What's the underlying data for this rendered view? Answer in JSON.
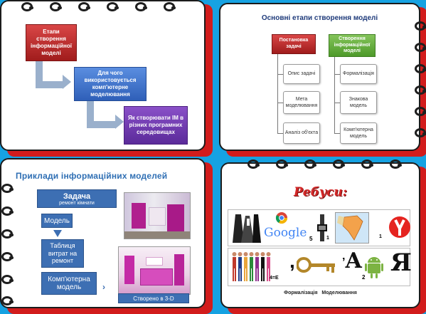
{
  "slide1": {
    "box1": "Етапи створення інформаційної моделі",
    "box2": "Для чого використовується комп'ютерне моделювання",
    "box3": "Як створювати ІМ в різних програмних середовищах"
  },
  "slide2": {
    "title": "Основні етапи створення моделі",
    "left_header": "Постановка задачі",
    "left_items": [
      "Опис задачі",
      "Мета моделювання",
      "Аналіз об'єкта"
    ],
    "right_header": "Створення інформаційної моделі",
    "right_items": [
      "Формалізація",
      "Знакова модель",
      "Комп'ютерна модель"
    ],
    "colors": {
      "left_header": "#c0392b",
      "right_header": "#6fb23c"
    }
  },
  "slide3": {
    "title": "Приклади інформаційних моделей",
    "task_title": "Задача",
    "task_sub": "ремонт кімнати",
    "model": "Модель",
    "table": "Таблиця витрат на ремонт",
    "computer_model": "Комп'ютерна модель",
    "caption": "Створено в 3-D"
  },
  "slide4": {
    "title": "Ребуси:",
    "rebus1": {
      "google": "Google",
      "google_sub": "5",
      "digit_a": "1",
      "digit_b": "1"
    },
    "rebus2": {
      "equation": "4=Е",
      "comma": ",",
      "letter_a": "А",
      "sub2": "2",
      "letter_ya": "Я"
    },
    "answers": "Формалізація   Моделювання"
  }
}
